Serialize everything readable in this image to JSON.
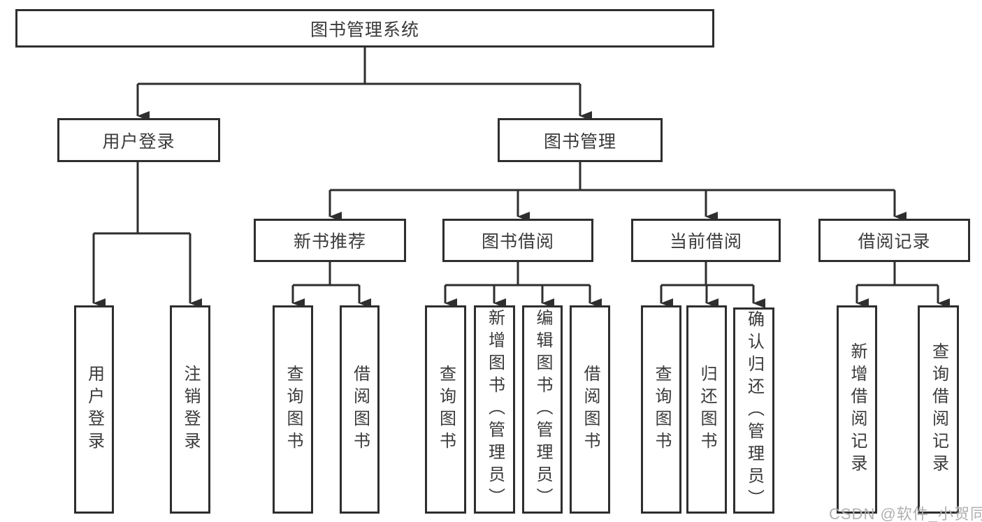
{
  "tree": {
    "root": {
      "label": "图书管理系统",
      "children": [
        {
          "label": "用户登录",
          "children": [
            {
              "label": "用户登录"
            },
            {
              "label": "注销登录"
            }
          ]
        },
        {
          "label": "图书管理",
          "children": [
            {
              "label": "新书推荐",
              "children": [
                {
                  "label": "查询图书"
                },
                {
                  "label": "借阅图书"
                }
              ]
            },
            {
              "label": "图书借阅",
              "children": [
                {
                  "label": "查询图书"
                },
                {
                  "label": "新增图书（管理员）"
                },
                {
                  "label": "编辑图书（管理员）"
                },
                {
                  "label": "借阅图书"
                }
              ]
            },
            {
              "label": "当前借阅",
              "children": [
                {
                  "label": "查询图书"
                },
                {
                  "label": "归还图书"
                },
                {
                  "label": "确认归还（管理员）"
                }
              ]
            },
            {
              "label": "借阅记录",
              "children": [
                {
                  "label": "新增借阅记录"
                },
                {
                  "label": "查询借阅记录"
                }
              ]
            }
          ]
        }
      ]
    }
  },
  "watermark": {
    "text": "CSDN @软件_小贺同学"
  },
  "colors": {
    "line": "#2e2e2e",
    "box_border": "#2e2e2e",
    "text": "#3a3a3a",
    "watermark": "#b0b0b0",
    "background": "#ffffff"
  }
}
